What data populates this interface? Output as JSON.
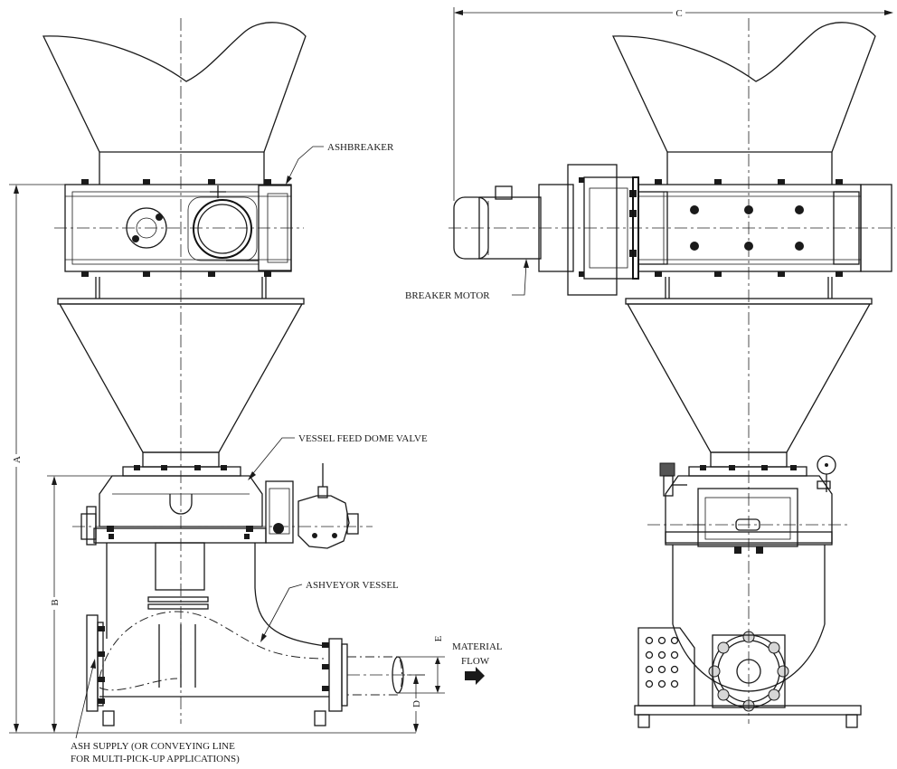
{
  "labels": {
    "ashbreaker": "ASHBREAKER",
    "breaker_motor": "BREAKER MOTOR",
    "vessel_feed_dome_valve": "VESSEL FEED DOME VALVE",
    "ashveyor_vessel": "ASHVEYOR VESSEL",
    "material_flow_line1": "MATERIAL",
    "material_flow_line2": "FLOW",
    "ash_supply_line1": "ASH SUPPLY (OR CONVEYING LINE",
    "ash_supply_line2": "FOR MULTI-PICK-UP APPLICATIONS)"
  },
  "dimensions": {
    "a": "A",
    "b": "B",
    "c": "C",
    "d": "D",
    "e": "E"
  },
  "colors": {
    "line": "#1a1a1a",
    "background": "#ffffff"
  }
}
